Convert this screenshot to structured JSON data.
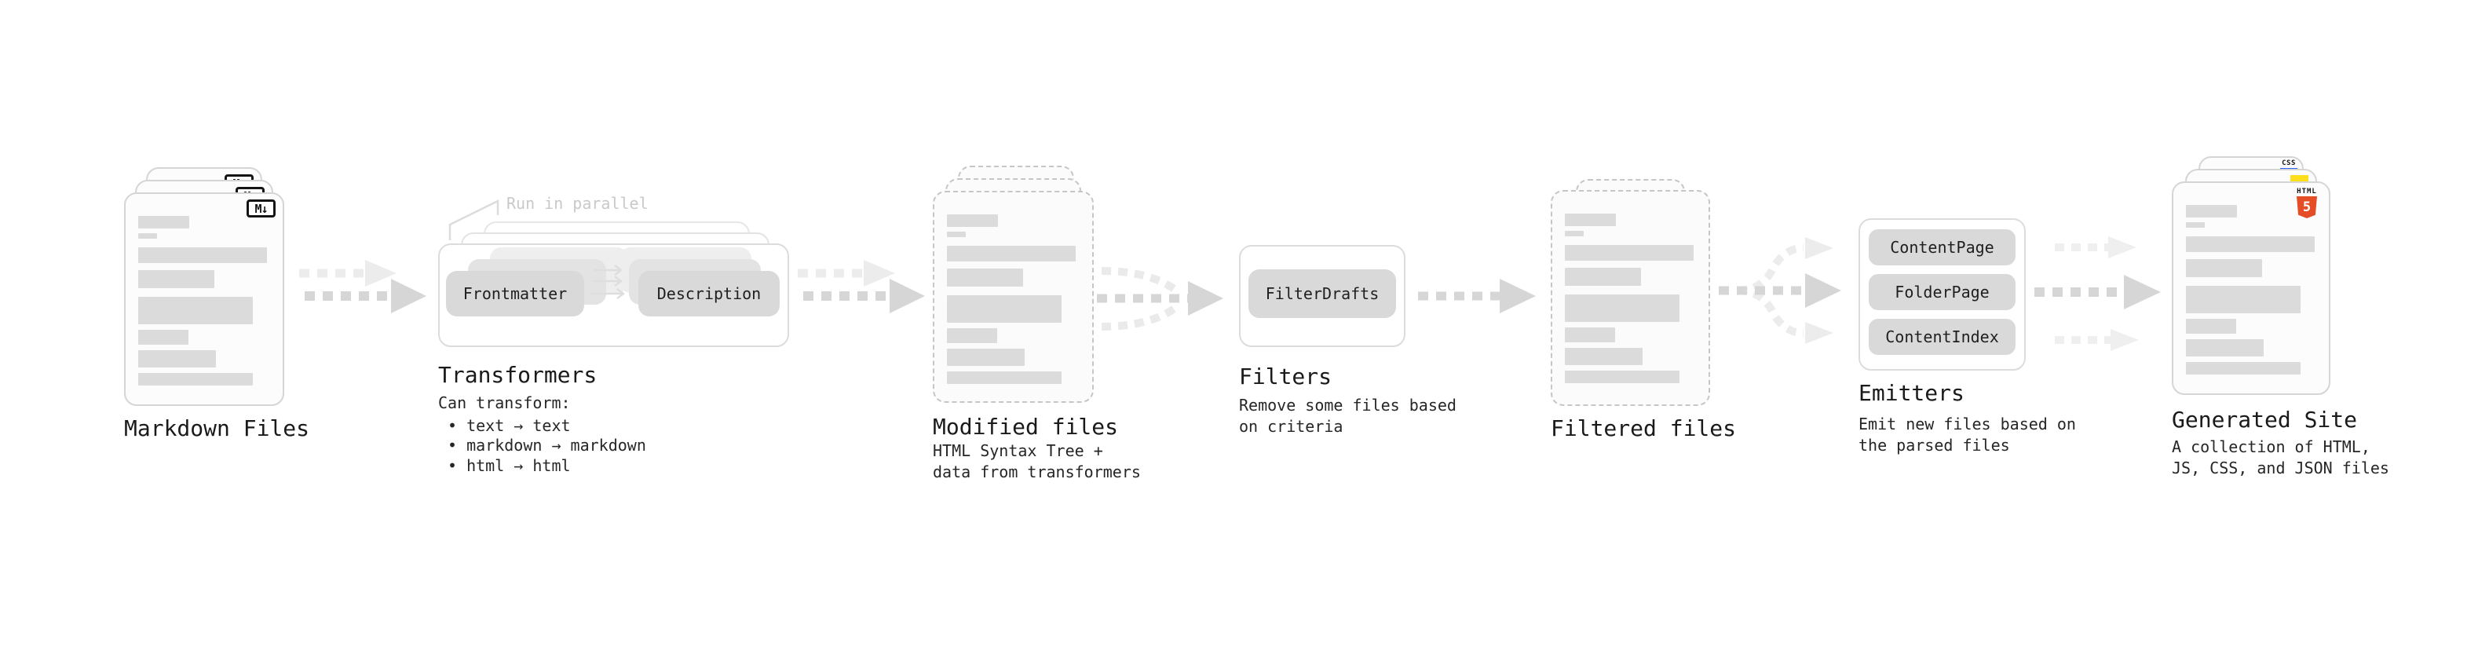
{
  "colors": {
    "text": "#1f1f1f",
    "muted_note": "#c9c9c9",
    "skeleton_gray": "#dbdbdb",
    "button_gray": "#d9d9d9",
    "arrow_gray": "#d6d6d6",
    "arrow_light": "#ececec",
    "html5_orange": "#e44d26",
    "js_yellow": "#ffdf1b",
    "css_blue": "#2962ff"
  },
  "stages": {
    "markdown": {
      "label": "Markdown Files",
      "badge": "M↓"
    },
    "transformers": {
      "heading": "Transformers",
      "parallel_note": "Run in parallel",
      "box_left": "Frontmatter",
      "box_right": "Description",
      "sub_intro": "Can transform:",
      "bullets": [
        "• text → text",
        "• markdown → markdown",
        "• html → html"
      ]
    },
    "modified": {
      "label": "Modified files",
      "sub": [
        "HTML Syntax Tree +",
        "data from transformers"
      ]
    },
    "filters": {
      "heading": "Filters",
      "box": "FilterDrafts",
      "sub": [
        "Remove some files based",
        "on criteria"
      ]
    },
    "filtered": {
      "label": "Filtered files"
    },
    "emitters": {
      "heading": "Emitters",
      "buttons": [
        "ContentPage",
        "FolderPage",
        "ContentIndex"
      ],
      "sub": [
        "Emit new files based on",
        "the parsed files"
      ]
    },
    "generated": {
      "label": "Generated Site",
      "sub": [
        "A collection of HTML,",
        "JS, CSS, and JSON files"
      ],
      "badges": {
        "css": "CSS",
        "html": "HTML",
        "five": "5"
      }
    }
  }
}
